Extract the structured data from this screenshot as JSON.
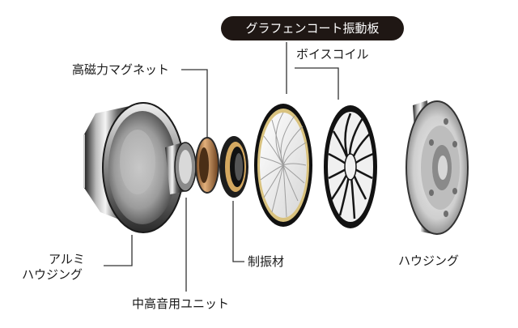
{
  "labels": {
    "graphene_diaphragm": "グラフェンコート振動板",
    "voice_coil": "ボイスコイル",
    "magnet": "高磁力マグネット",
    "aluminum_housing_line1": "アルミ",
    "aluminum_housing_line2": "ハウジング",
    "damper": "制振材",
    "housing": "ハウジング",
    "midrange_unit": "中高音用ユニット"
  },
  "colors": {
    "pill_background": "#1f1714",
    "pill_text": "#ffffff",
    "label_text": "#1a1a1a",
    "leader_line": "#333333",
    "metal_dark": "#2a2a2a",
    "metal_light": "#e8e8e8",
    "copper": "#b9824f",
    "gold_ring": "#c9a25a"
  },
  "icons": [
    "speaker-driver-exploded-view"
  ]
}
